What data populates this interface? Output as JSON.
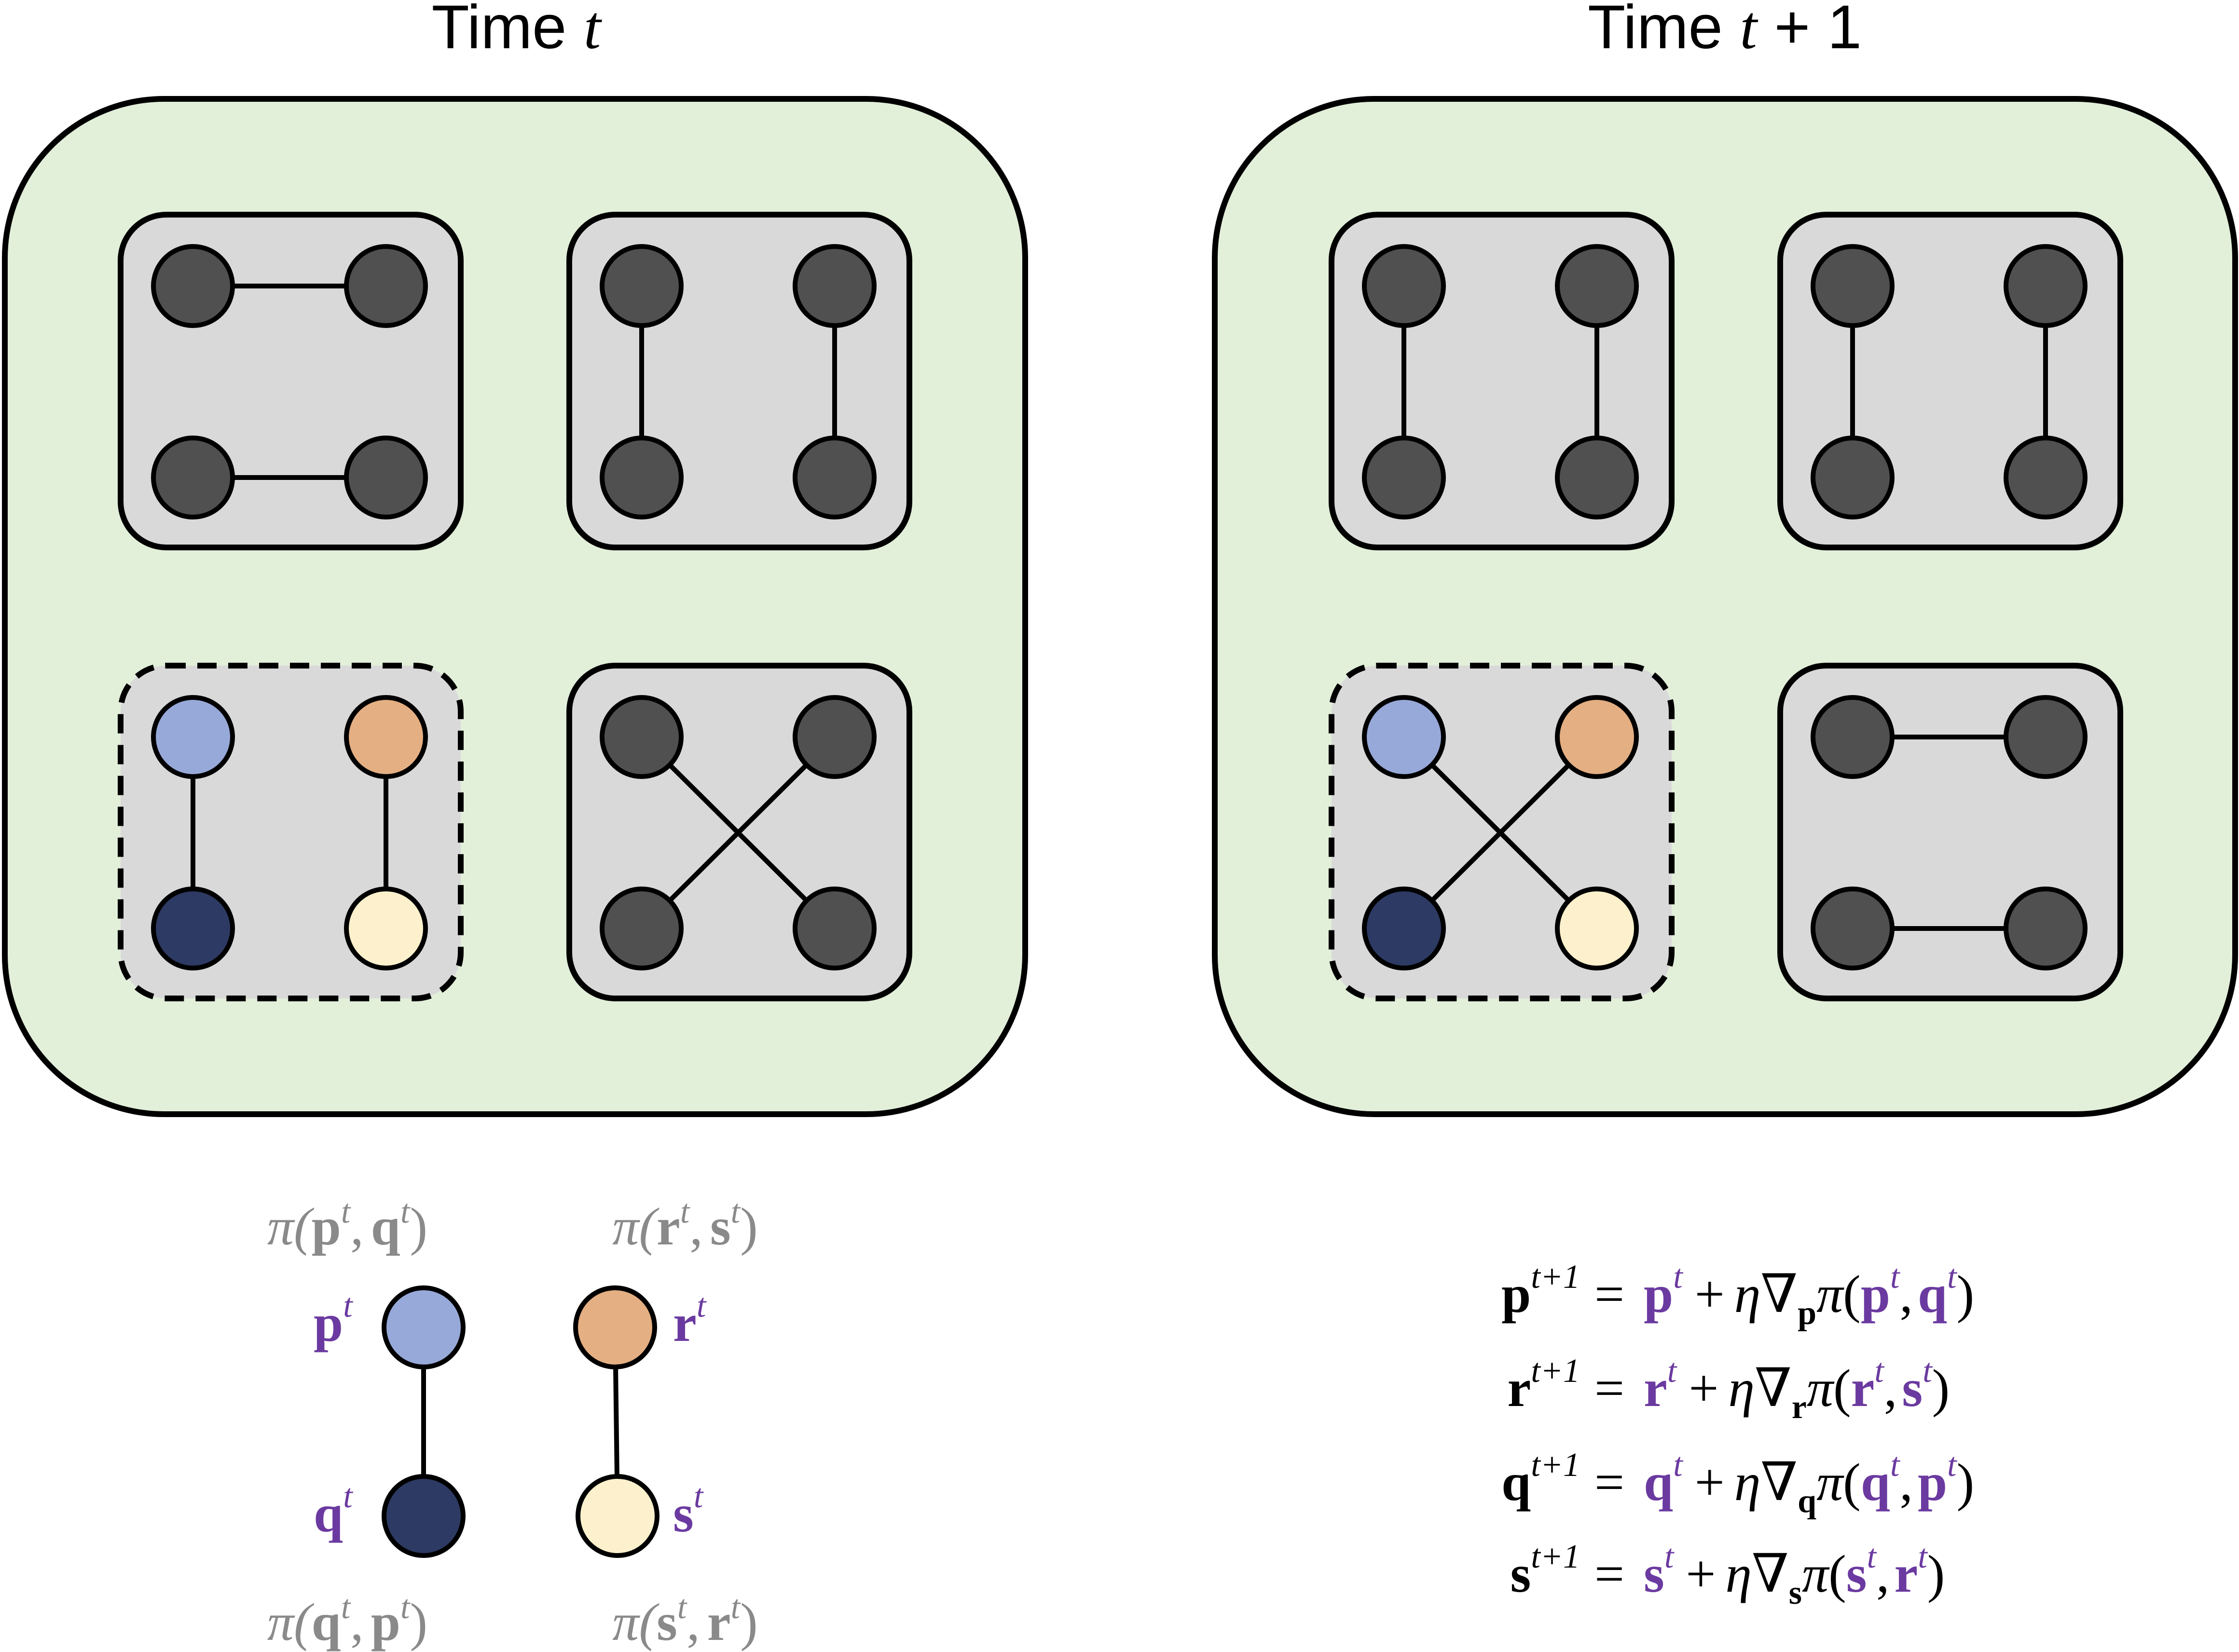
{
  "titles": {
    "left": {
      "prefix": "Time ",
      "var": "t",
      "suffix": ""
    },
    "right": {
      "prefix": "Time ",
      "var": "t",
      "suffix": " + 1"
    }
  },
  "colors": {
    "panel_fill": "#e2efd9",
    "group_fill": "#d9d9d9",
    "node_dark": "#505050",
    "node_p": "#97a9d9",
    "node_q": "#2d3a63",
    "node_r": "#e4af83",
    "node_s": "#fcf1cc",
    "accent_purple": "#6b3aa0",
    "gray_text": "#8a8a8a"
  },
  "legend": {
    "payoffs": {
      "pq": {
        "pi": "π(",
        "a": "p",
        "b": "q",
        "sup": "t"
      },
      "rs": {
        "pi": "π(",
        "a": "r",
        "b": "s",
        "sup": "t"
      },
      "qp": {
        "pi": "π(",
        "a": "q",
        "b": "p",
        "sup": "t"
      },
      "sr": {
        "pi": "π(",
        "a": "s",
        "b": "r",
        "sup": "t"
      }
    },
    "nodes": {
      "p": {
        "var": "p",
        "sup": "t"
      },
      "q": {
        "var": "q",
        "sup": "t"
      },
      "r": {
        "var": "r",
        "sup": "t"
      },
      "s": {
        "var": "s",
        "sup": "t"
      }
    }
  },
  "equations": [
    {
      "lhs": "p",
      "own": "p",
      "other": "q"
    },
    {
      "lhs": "r",
      "own": "r",
      "other": "s"
    },
    {
      "lhs": "q",
      "own": "q",
      "other": "p"
    },
    {
      "lhs": "s",
      "own": "s",
      "other": "r"
    }
  ],
  "eq_common": {
    "sup_next": "t+1",
    "sup": "t",
    "equals": "=",
    "plus": "+",
    "eta": "η",
    "nabla": "∇",
    "pi": "π",
    "lparen": "(",
    "comma": ",",
    "rparen": ")"
  }
}
